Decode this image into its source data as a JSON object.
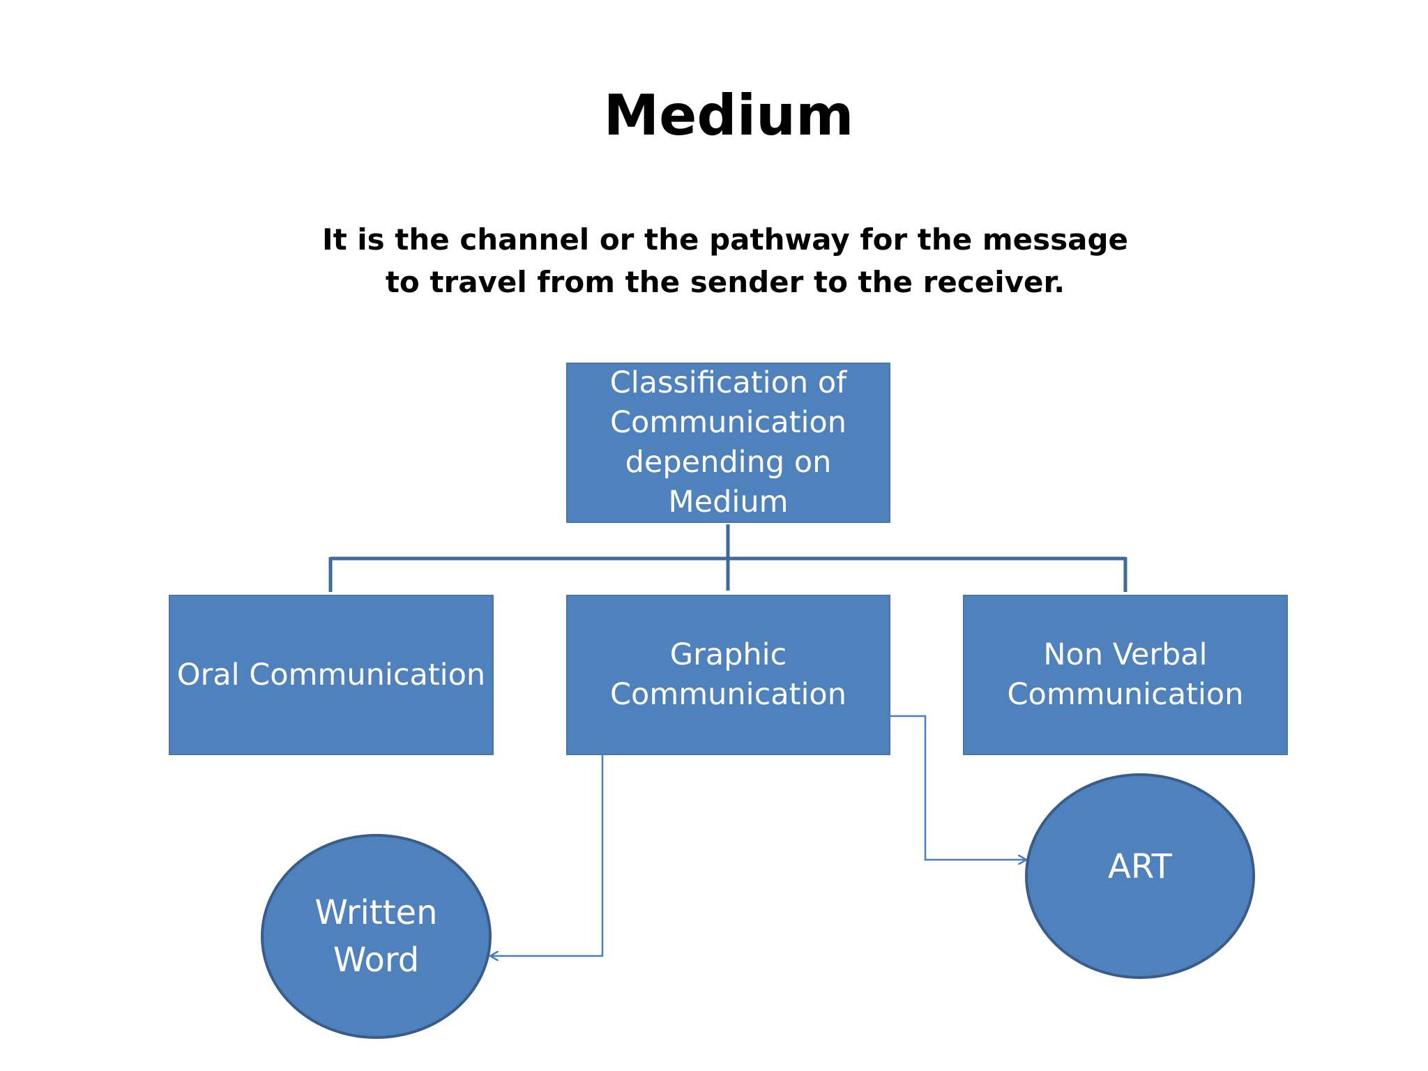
{
  "slide": {
    "title": "Medium",
    "subtitle": "It is the channel or the pathway for the message to travel from the sender to the receiver."
  },
  "diagram": {
    "root": {
      "label": "Classification of Communication depending on Medium"
    },
    "children": [
      {
        "label": "Oral Communication"
      },
      {
        "label": "Graphic Communication"
      },
      {
        "label": "Non Verbal Communication"
      }
    ],
    "graphic_branches": [
      {
        "label": "Written Word"
      },
      {
        "label": "ART"
      }
    ]
  },
  "colors": {
    "node_fill": "#4f81bd",
    "node_border": "#385d8a",
    "connector": "#3e6a9e",
    "arrow": "#4a7ebb",
    "text_on_node": "#ffffff",
    "title_text": "#000000"
  }
}
